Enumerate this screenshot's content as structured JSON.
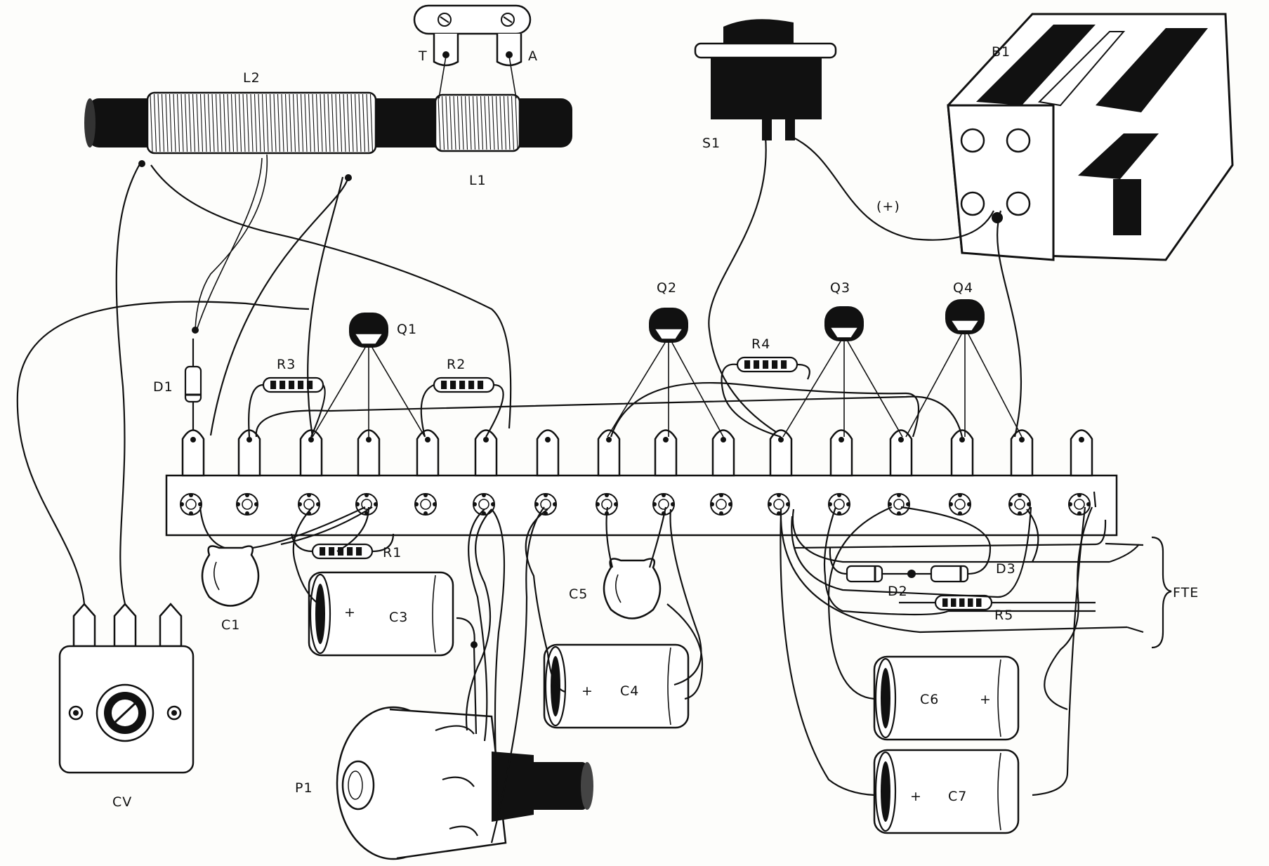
{
  "labels": {
    "L2": "L2",
    "L1": "L1",
    "T": "T",
    "A": "A",
    "S1": "S1",
    "B1": "B1",
    "plus": "(+)",
    "Q1": "Q1",
    "Q2": "Q2",
    "Q3": "Q3",
    "Q4": "Q4",
    "R1": "R1",
    "R2": "R2",
    "R3": "R3",
    "R4": "R4",
    "R5": "R5",
    "D1": "D1",
    "D2": "D2",
    "D3": "D3",
    "C1": "C1",
    "C3": "C3",
    "C4": "C4",
    "C5": "C5",
    "C6": "C6",
    "C7": "C7",
    "CV": "CV",
    "P1": "P1",
    "FTE": "FTE",
    "cap_plus": "+"
  }
}
